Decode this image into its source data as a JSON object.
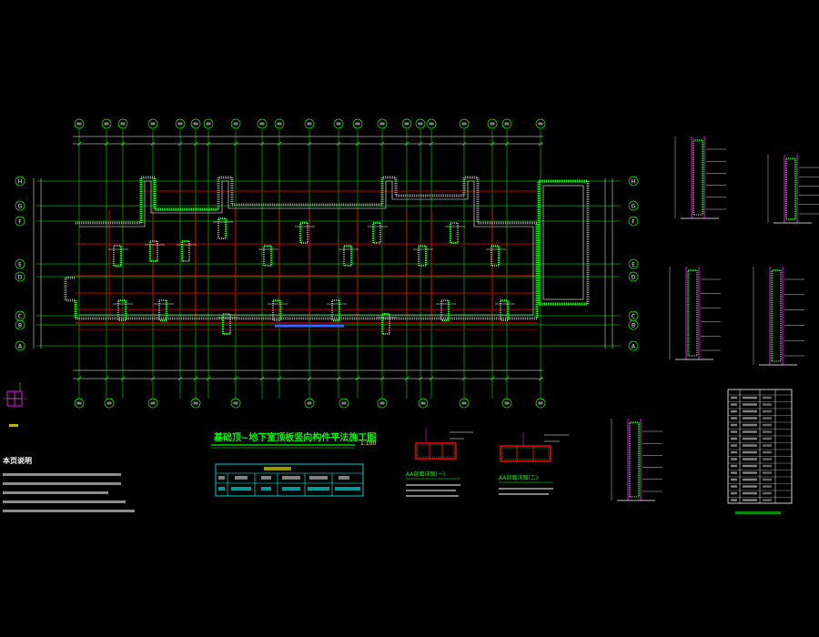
{
  "title": "基础顶~地下室顶板竖向构件平法施工图",
  "scale": "1:100",
  "notes": {
    "heading": "本页说明",
    "lines": [
      "",
      "",
      "",
      "",
      ""
    ]
  },
  "table": {
    "title": "",
    "headers": [
      "",
      "",
      "",
      "",
      ""
    ],
    "rows": [
      [
        "",
        "",
        "",
        "",
        ""
      ]
    ]
  },
  "section_captions": [
    "AA剖面详图(一)",
    "AA剖面详图(二)"
  ],
  "row_labels": [
    "H",
    "G",
    "F",
    "E",
    "D",
    "C",
    "B",
    "A"
  ],
  "colors": {
    "background": "#000000",
    "grid_axis": "#00ff00",
    "beam": "#ff0000",
    "wall": "#ffffff",
    "hatch": "#00ff00",
    "dimension": "#ffffff",
    "title": "#00ff00",
    "scale": "#ffff00",
    "table_border": "#00ffff",
    "detail_line": "#ff00ff",
    "highlight": "#3366ff"
  }
}
